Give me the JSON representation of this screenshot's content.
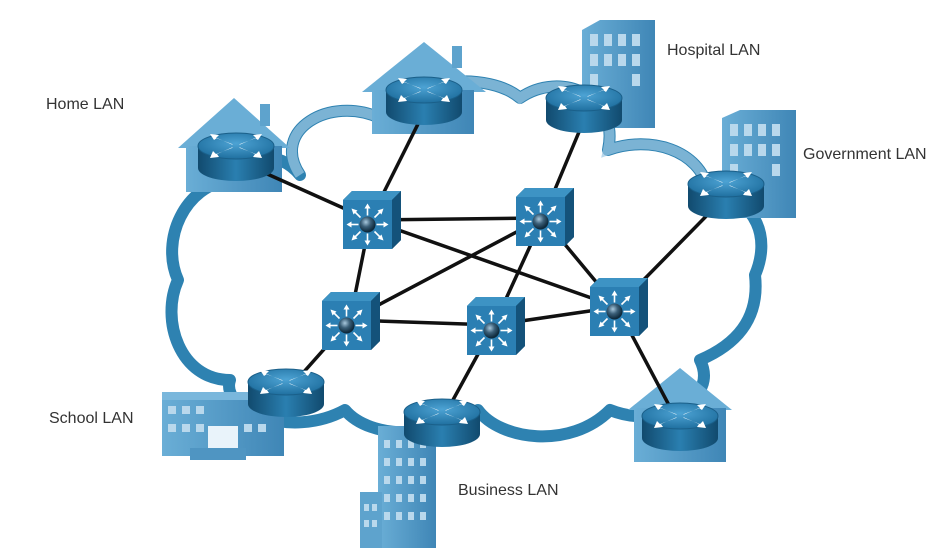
{
  "labels": {
    "home": "Home LAN",
    "hospital": "Hospital LAN",
    "government": "Government LAN",
    "school": "School LAN",
    "business": "Business LAN"
  },
  "colors": {
    "cloud_stroke": "#2e82b1",
    "cloud_fill": "#ffffff",
    "building": "#5a9fc9",
    "building_dark": "#3d7fab",
    "router_top": "#2f86b8",
    "router_side": "#15567e",
    "switch_face": "#2a7fb2",
    "link": "#111111",
    "label_text": "#333333"
  },
  "icons": {
    "router": "router-icon",
    "switch": "multilayer-switch-icon",
    "house": "house-icon",
    "building": "office-building-icon",
    "school": "school-building-icon"
  }
}
